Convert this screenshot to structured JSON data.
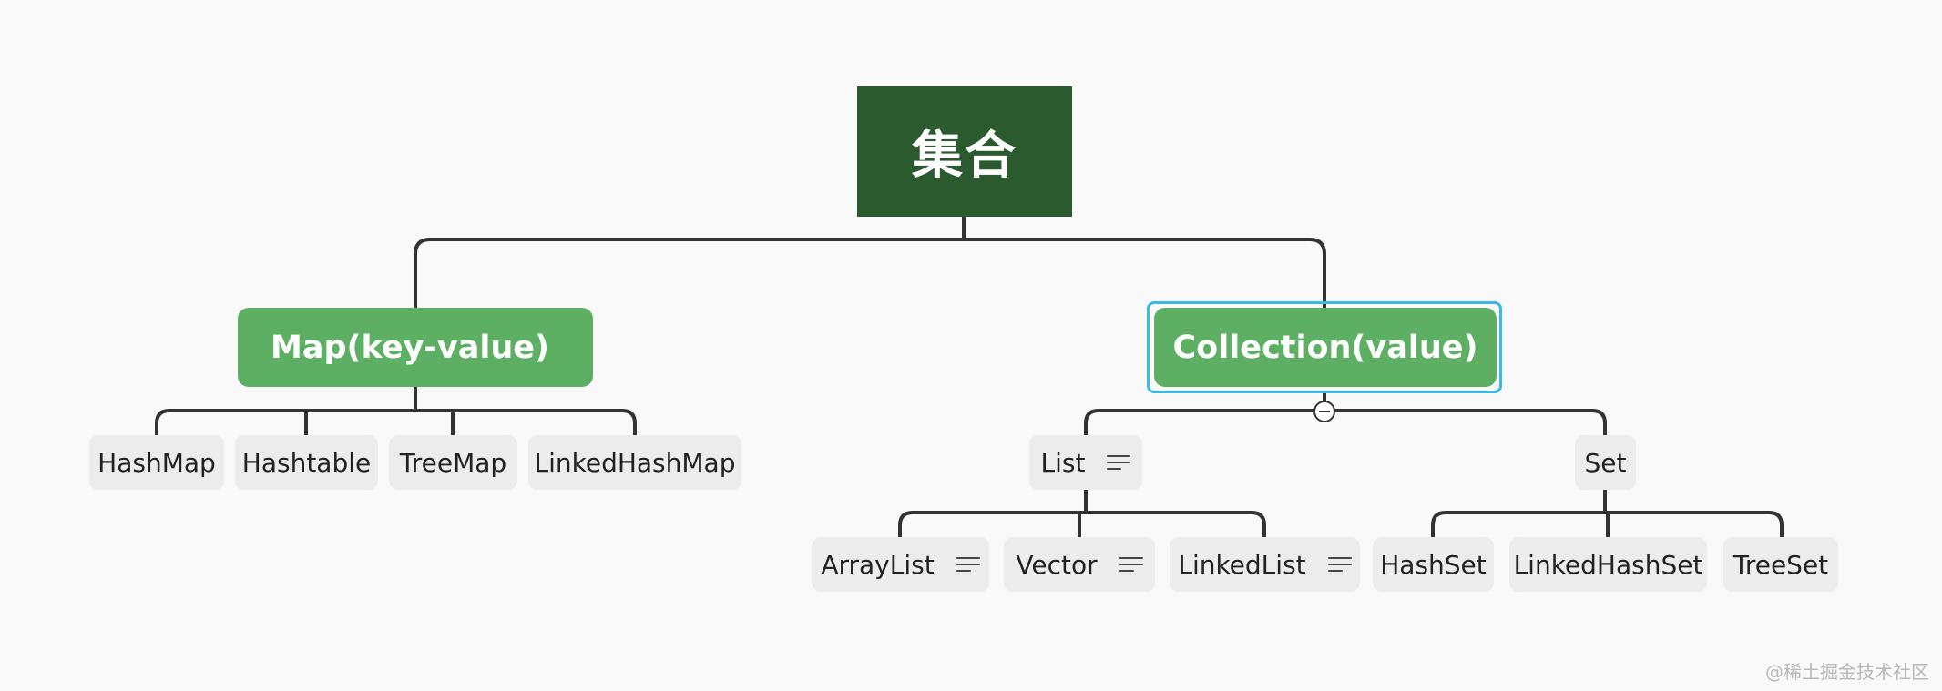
{
  "root": {
    "label": "集合"
  },
  "branches": {
    "map": {
      "label": "Map(key-value)"
    },
    "collection": {
      "label": "Collection(value)"
    }
  },
  "map_children": [
    "HashMap",
    "Hashtable",
    "TreeMap",
    "LinkedHashMap"
  ],
  "collection_children": {
    "list": "List",
    "set": "Set"
  },
  "list_children": [
    "ArrayList",
    "Vector",
    "LinkedList"
  ],
  "set_children": [
    "HashSet",
    "LinkedHashSet",
    "TreeSet"
  ],
  "icons": {
    "note": "note-lines-icon",
    "collapse": "collapse-minus-icon"
  },
  "colors": {
    "root": "#2b5a2f",
    "branch": "#5db063",
    "leaf": "#ececec",
    "selection": "#3bb8e3",
    "line": "#333333"
  },
  "watermark": "@稀土掘金技术社区"
}
